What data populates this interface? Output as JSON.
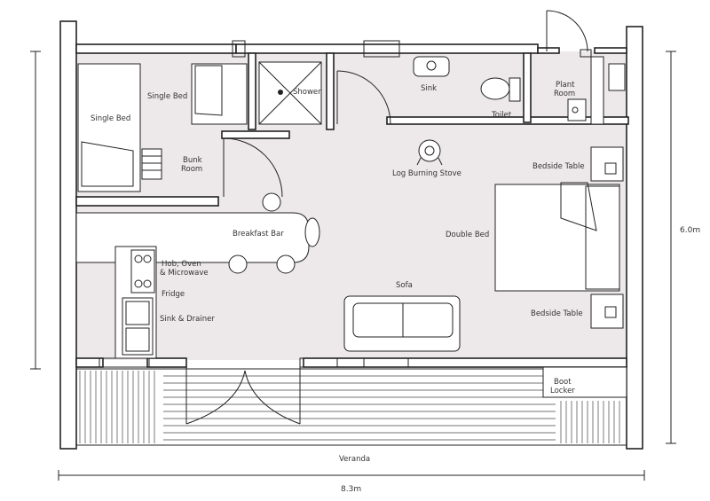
{
  "labels": {
    "single_bed_1": "Single Bed",
    "single_bed_2": "Single Bed",
    "shower": "Shower",
    "sink": "Sink",
    "toilet": "Toilet",
    "plant_room_1": "Plant",
    "plant_room_2": "Room",
    "bunk_room_1": "Bunk",
    "bunk_room_2": "Room",
    "log_burning_stove": "Log Burning Stove",
    "bedside_table_top": "Bedside Table",
    "breakfast_bar": "Breakfast Bar",
    "double_bed": "Double Bed",
    "hob_1": "Hob, Oven",
    "hob_2": "& Microwave",
    "fridge": "Fridge",
    "sink_drainer": "Sink & Drainer",
    "sofa": "Sofa",
    "bedside_table_bottom": "Bedside Table",
    "boot_locker_1": "Boot",
    "boot_locker_2": "Locker",
    "veranda": "Veranda"
  },
  "dimensions": {
    "width": "8.3m",
    "depth": "6.0m"
  },
  "colors": {
    "floor": "#ede8ea",
    "line": "#222222"
  }
}
